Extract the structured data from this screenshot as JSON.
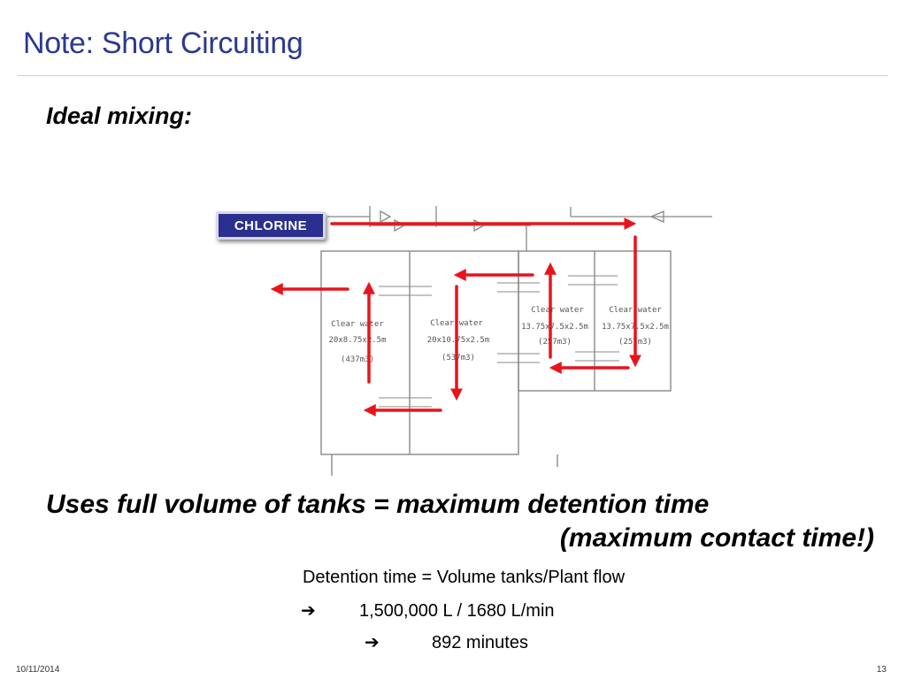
{
  "slide": {
    "title": "Note: Short Circuiting",
    "subtitle": "Ideal mixing:",
    "chlorine_label": "CHLORINE",
    "statement_line1": "Uses full volume of tanks = maximum detention time",
    "statement_line2": "(maximum contact time!)",
    "formula": "Detention time = Volume tanks/Plant flow",
    "arrow_symbol": "➔",
    "calc": "1,500,000 L / 1680 L/min",
    "result": "892 minutes"
  },
  "tanks": [
    {
      "label": "Clear water",
      "dims": "20x8.75x2.5m",
      "volume": "(437m3)"
    },
    {
      "label": "Clear water",
      "dims": "20x10.75x2.5m",
      "volume": "(537m3)"
    },
    {
      "label": "Clear water",
      "dims": "13.75x7.5x2.5m",
      "volume": "(257m3)"
    },
    {
      "label": "Clear water",
      "dims": "13.75x7.5x2.5m",
      "volume": "(257m3)"
    }
  ],
  "footer": {
    "date": "10/11/2014",
    "page": "13"
  },
  "colors": {
    "title": "#2b3990",
    "flow_arrow": "#e8141b",
    "chlorine_bg": "#2b2f8f"
  }
}
